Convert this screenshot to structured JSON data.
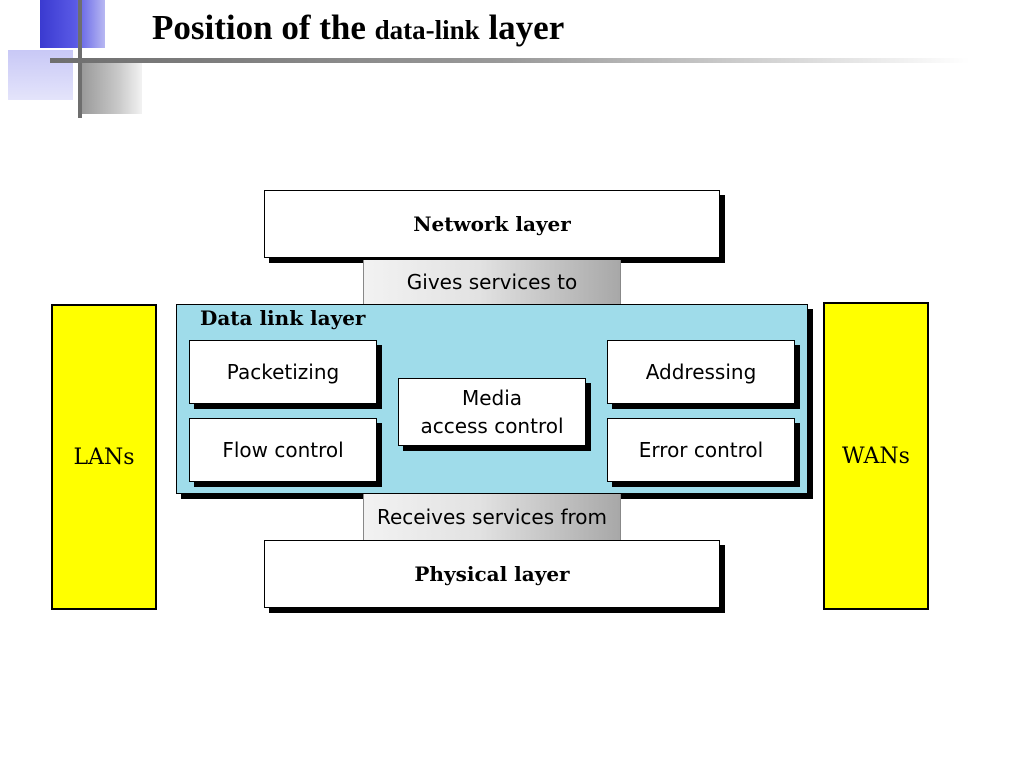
{
  "title": {
    "part1": "Position of the",
    "part2": "data-link",
    "part3": "layer"
  },
  "diagram": {
    "network_layer": "Network layer",
    "gives_services": "Gives services to",
    "data_link_layer": "Data link layer",
    "functions": {
      "packetizing": "Packetizing",
      "flow_control": "Flow control",
      "media_access_line1": "Media",
      "media_access_line2": "access control",
      "addressing": "Addressing",
      "error_control": "Error control"
    },
    "receives_services": "Receives services from",
    "physical_layer": "Physical layer",
    "lans": "LANs",
    "wans": "WANs"
  },
  "colors": {
    "data_link_fill": "#9fdcea",
    "network_side_fill": "#ffff00",
    "title_accent": "#3a3ad0"
  }
}
